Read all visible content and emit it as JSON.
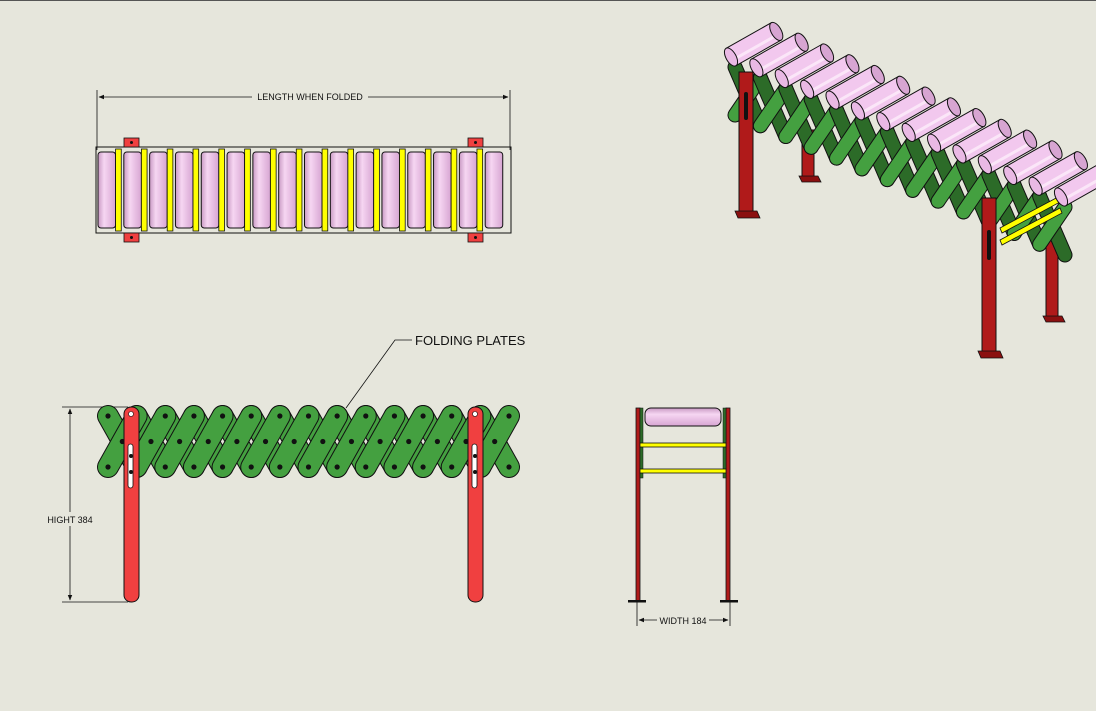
{
  "labels": {
    "length": "LENGTH WHEN FOLDED",
    "folding_plates": "FOLDING PLATES",
    "height": "HIGHT 384",
    "width": "WIDTH 184"
  },
  "top_view": {
    "roller_count": 16
  },
  "front_view": {
    "plate_pairs": 15
  },
  "iso_view": {
    "roller_count": 14
  },
  "colors": {
    "background": "#e6e6dc",
    "roller": "#f2c8ee",
    "roller_shade": "#d7a5d2",
    "shaft": "#ffff00",
    "plate": "#44a040",
    "plate_dark": "#2c6b28",
    "leg": "#f04040",
    "leg_dark": "#b01a1a",
    "line": "#111111"
  }
}
